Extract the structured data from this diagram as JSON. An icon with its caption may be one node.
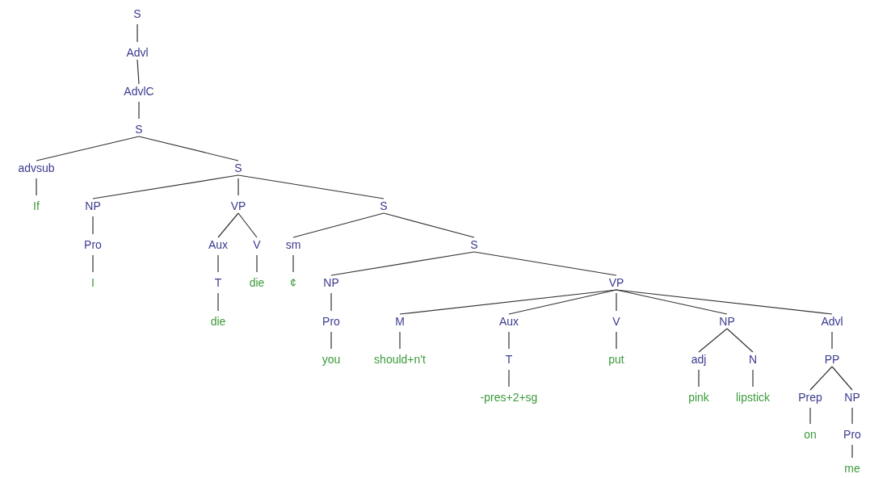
{
  "diagram": {
    "nodes": [
      {
        "text": [
          "S"
        ]
      },
      {
        "text": [
          "Advl"
        ]
      },
      {
        "text": [
          "AdvlC"
        ]
      },
      {
        "text": [
          "S"
        ]
      },
      {
        "text": [
          "advsub"
        ]
      },
      {
        "text": [
          "S"
        ]
      },
      {
        "text": [
          "If"
        ]
      },
      {
        "text": [
          "NP"
        ]
      },
      {
        "text": [
          "VP"
        ]
      },
      {
        "text": [
          "S"
        ]
      },
      {
        "text": [
          "Pro"
        ]
      },
      {
        "text": [
          "Aux"
        ]
      },
      {
        "text": [
          "V"
        ]
      },
      {
        "text": [
          "sm"
        ]
      },
      {
        "text": [
          "S"
        ]
      },
      {
        "text": [
          "I"
        ]
      },
      {
        "text": [
          "T"
        ]
      },
      {
        "text": [
          "die"
        ]
      },
      {
        "text": [
          "¢"
        ]
      },
      {
        "text": [
          "NP"
        ]
      },
      {
        "text": [
          "VP"
        ]
      },
      {
        "text": [
          "die"
        ]
      },
      {
        "text": [
          "Pro"
        ]
      },
      {
        "text": [
          "M"
        ]
      },
      {
        "text": [
          "Aux"
        ]
      },
      {
        "text": [
          "V"
        ]
      },
      {
        "text": [
          "NP"
        ]
      },
      {
        "text": [
          "Advl"
        ]
      },
      {
        "text": [
          "you"
        ]
      },
      {
        "text": [
          "should+n't"
        ]
      },
      {
        "text": [
          "T"
        ]
      },
      {
        "text": [
          "put"
        ]
      },
      {
        "text": [
          "adj"
        ]
      },
      {
        "text": [
          "N"
        ]
      },
      {
        "text": [
          "PP"
        ]
      },
      {
        "text": [
          "-pres+2+sg"
        ]
      },
      {
        "text": [
          "pink"
        ]
      },
      {
        "text": [
          "lipstick"
        ]
      },
      {
        "text": [
          "Prep"
        ]
      },
      {
        "text": [
          "NP"
        ]
      },
      {
        "text": [
          "on"
        ]
      },
      {
        "text": [
          "Pro"
        ]
      },
      {
        "text": [
          "me"
        ]
      }
    ],
    "edges": [
      {
        "from": 0,
        "to": 1,
        "arrow": "none"
      },
      {
        "from": 1,
        "to": 2,
        "arrow": "none"
      },
      {
        "from": 2,
        "to": 3,
        "arrow": "none"
      },
      {
        "from": 3,
        "to": 4,
        "arrow": "none"
      },
      {
        "from": 3,
        "to": 5,
        "arrow": "none"
      },
      {
        "from": 4,
        "to": 6,
        "arrow": "none"
      },
      {
        "from": 5,
        "to": 7,
        "arrow": "none"
      },
      {
        "from": 5,
        "to": 8,
        "arrow": "none"
      },
      {
        "from": 5,
        "to": 9,
        "arrow": "none"
      },
      {
        "from": 7,
        "to": 10,
        "arrow": "none"
      },
      {
        "from": 8,
        "to": 11,
        "arrow": "none"
      },
      {
        "from": 8,
        "to": 12,
        "arrow": "none"
      },
      {
        "from": 9,
        "to": 13,
        "arrow": "none"
      },
      {
        "from": 9,
        "to": 14,
        "arrow": "none"
      },
      {
        "from": 10,
        "to": 15,
        "arrow": "none"
      },
      {
        "from": 11,
        "to": 16,
        "arrow": "none"
      },
      {
        "from": 12,
        "to": 17,
        "arrow": "none"
      },
      {
        "from": 13,
        "to": 18,
        "arrow": "none"
      },
      {
        "from": 14,
        "to": 19,
        "arrow": "none"
      },
      {
        "from": 14,
        "to": 20,
        "arrow": "none"
      },
      {
        "from": 16,
        "to": 21,
        "arrow": "none"
      },
      {
        "from": 19,
        "to": 22,
        "arrow": "none"
      },
      {
        "from": 20,
        "to": 23,
        "arrow": "none"
      },
      {
        "from": 20,
        "to": 24,
        "arrow": "none"
      },
      {
        "from": 20,
        "to": 25,
        "arrow": "none"
      },
      {
        "from": 20,
        "to": 26,
        "arrow": "none"
      },
      {
        "from": 20,
        "to": 27,
        "arrow": "none"
      },
      {
        "from": 22,
        "to": 28,
        "arrow": "none"
      },
      {
        "from": 23,
        "to": 29,
        "arrow": "none"
      },
      {
        "from": 24,
        "to": 30,
        "arrow": "none"
      },
      {
        "from": 25,
        "to": 31,
        "arrow": "none"
      },
      {
        "from": 26,
        "to": 32,
        "arrow": "none"
      },
      {
        "from": 26,
        "to": 33,
        "arrow": "none"
      },
      {
        "from": 27,
        "to": 34,
        "arrow": "none"
      },
      {
        "from": 30,
        "to": 35,
        "arrow": "none"
      },
      {
        "from": 32,
        "to": 36,
        "arrow": "none"
      },
      {
        "from": 33,
        "to": 37,
        "arrow": "none"
      },
      {
        "from": 34,
        "to": 38,
        "arrow": "none"
      },
      {
        "from": 34,
        "to": 39,
        "arrow": "none"
      },
      {
        "from": 38,
        "to": 40,
        "arrow": "none"
      },
      {
        "from": 39,
        "to": 41,
        "arrow": "none"
      },
      {
        "from": 41,
        "to": 42,
        "arrow": "none"
      }
    ]
  }
}
